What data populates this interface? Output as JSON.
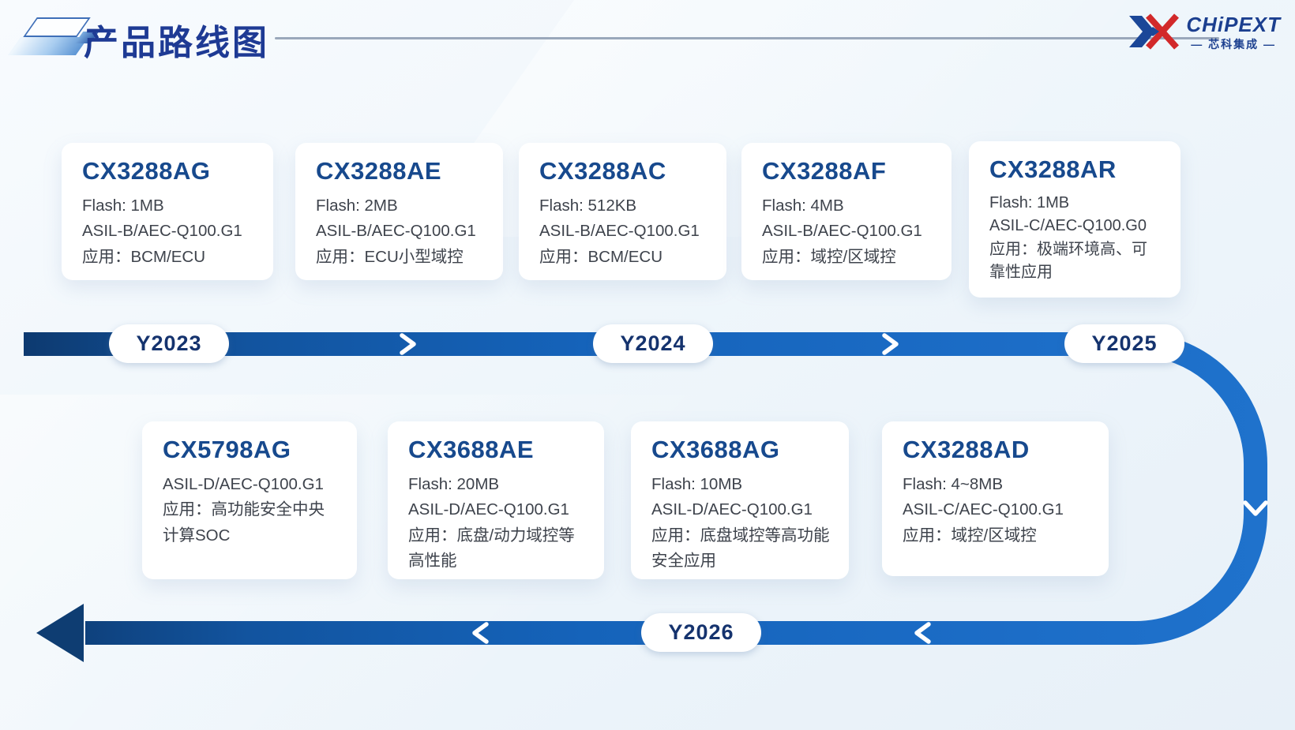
{
  "header": {
    "title": "产品路线图"
  },
  "logo": {
    "brand": "CHiPEXT",
    "brand_cn": "— 芯科集成 —"
  },
  "timeline": {
    "y2023": "Y2023",
    "y2024": "Y2024",
    "y2025": "Y2025",
    "y2026": "Y2026"
  },
  "products": {
    "c1": {
      "name": "CX3288AG",
      "line1": "Flash: 1MB",
      "line2": "ASIL-B/AEC-Q100.G1",
      "line3": "应用：BCM/ECU"
    },
    "c2": {
      "name": "CX3288AE",
      "line1": "Flash: 2MB",
      "line2": "ASIL-B/AEC-Q100.G1",
      "line3": "应用：ECU小型域控"
    },
    "c3": {
      "name": "CX3288AC",
      "line1": "Flash: 512KB",
      "line2": "ASIL-B/AEC-Q100.G1",
      "line3": "应用：BCM/ECU"
    },
    "c4": {
      "name": "CX3288AF",
      "line1": "Flash: 4MB",
      "line2": "ASIL-B/AEC-Q100.G1",
      "line3": "应用：域控/区域控"
    },
    "c5": {
      "name": "CX3288AR",
      "line1": "Flash: 1MB",
      "line2": "ASIL-C/AEC-Q100.G0",
      "line3": "应用：极端环境高、可靠性应用"
    },
    "c6": {
      "name": "CX5798AG",
      "line1": "ASIL-D/AEC-Q100.G1",
      "line2": "应用：高功能安全中央计算SOC",
      "line3": ""
    },
    "c7": {
      "name": "CX3688AE",
      "line1": "Flash: 20MB",
      "line2": "ASIL-D/AEC-Q100.G1",
      "line3": "应用：底盘/动力域控等高性能"
    },
    "c8": {
      "name": "CX3688AG",
      "line1": "Flash: 10MB",
      "line2": "ASIL-D/AEC-Q100.G1",
      "line3": "应用：底盘域控等高功能安全应用"
    },
    "c9": {
      "name": "CX3288AD",
      "line1": "Flash: 4~8MB",
      "line2": "ASIL-C/AEC-Q100.G1",
      "line3": "应用：域控/区域控"
    }
  },
  "colors": {
    "bar_dark": "#0d3a70",
    "bar_bright": "#1f72cc",
    "title_navy": "#1e3a94",
    "card_title_blue": "#17498d",
    "logo_red": "#d2292a"
  }
}
